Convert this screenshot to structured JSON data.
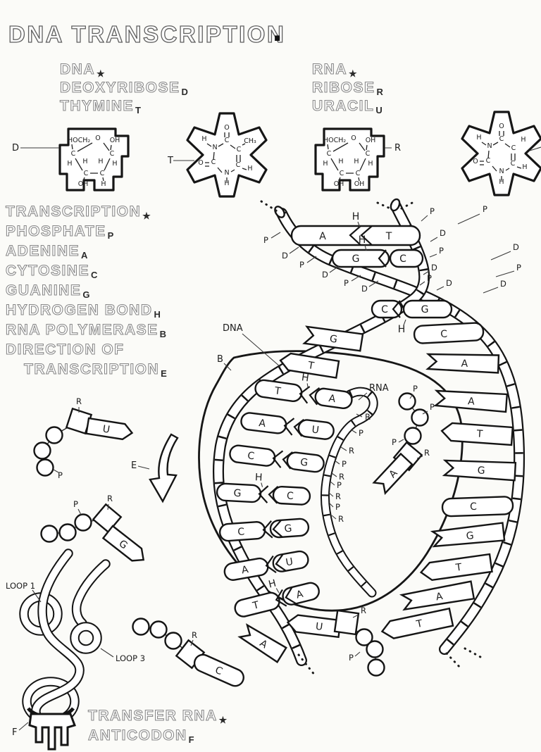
{
  "colors": {
    "paper": "#fbfbf8",
    "ink": "#141414",
    "outline_text": "#878787"
  },
  "title": {
    "text": "DNA TRANSCRIPTION",
    "dot": "."
  },
  "key_dna": [
    {
      "term": "DNA",
      "mark": "★"
    },
    {
      "term": "DEOXYRIBOSE",
      "mark": "D"
    },
    {
      "term": "THYMINE",
      "mark": "T"
    }
  ],
  "key_rna": [
    {
      "term": "RNA",
      "mark": "★"
    },
    {
      "term": "RIBOSE",
      "mark": "R"
    },
    {
      "term": "URACIL",
      "mark": "U"
    }
  ],
  "key_main": [
    {
      "term": "TRANSCRIPTION",
      "mark": "★"
    },
    {
      "term": "PHOSPHATE",
      "mark": "P"
    },
    {
      "term": "ADENINE",
      "mark": "A"
    },
    {
      "term": "CYTOSINE",
      "mark": "C"
    },
    {
      "term": "GUANINE",
      "mark": "G"
    },
    {
      "term": "HYDROGEN BOND",
      "mark": "H"
    },
    {
      "term": "RNA POLYMERASE",
      "mark": "B"
    },
    {
      "term": "DIRECTION OF",
      "mark": ""
    },
    {
      "term": "TRANSCRIPTION",
      "mark": "E"
    }
  ],
  "key_trna": [
    {
      "term": "TRANSFER RNA",
      "mark": "★"
    },
    {
      "term": "ANTICODON",
      "mark": "F"
    }
  ],
  "deoxyribose": {
    "tag": "D",
    "atoms": [
      "HOCH₂",
      "O",
      "OH",
      "C",
      "C",
      "H",
      "H",
      "H",
      "H",
      "C",
      "C",
      "OH",
      "H"
    ]
  },
  "thymine": {
    "tag": "T",
    "atoms": [
      "O",
      "C",
      "CH₃",
      "H",
      "N",
      "C",
      "C",
      "H",
      "N",
      "H",
      "C",
      "O"
    ]
  },
  "ribose": {
    "tag": "R",
    "atoms": [
      "HOCH₂",
      "O",
      "OH",
      "C",
      "C",
      "H",
      "H",
      "H",
      "H",
      "C",
      "C",
      "OH",
      "OH"
    ]
  },
  "uracil": {
    "atoms": [
      "O",
      "C",
      "H",
      "H",
      "N",
      "C",
      "C",
      "H",
      "N",
      "H",
      "C",
      "O"
    ]
  },
  "helix": {
    "dna_label": "DNA",
    "b_label": "B",
    "rna_label": "RNA",
    "pair1": {
      "l": "A",
      "h": "H",
      "r": "T"
    },
    "pair2": {
      "l": "G",
      "h": "H",
      "r": "C"
    },
    "pair3": {
      "l": "C",
      "h": "H",
      "r": "G"
    },
    "fork_bases": {
      "g": "G",
      "t": "T"
    },
    "right_bases": [
      "C",
      "A",
      "A",
      "T",
      "G",
      "C",
      "G",
      "T",
      "A",
      "T"
    ],
    "bubble_pairs": [
      {
        "l": "T",
        "h": "H",
        "r": "A"
      },
      {
        "l": "A",
        "r": "U"
      },
      {
        "l": "C",
        "r": "G"
      },
      {
        "l": "G",
        "h": "H",
        "r": "C"
      },
      {
        "l": "C",
        "r": "G"
      },
      {
        "l": "A",
        "r": "U"
      },
      {
        "l": "T",
        "h": "H",
        "r": "A"
      }
    ],
    "end_base": "A",
    "pd_left": [
      "P",
      "D",
      "P",
      "D",
      "P",
      "D"
    ],
    "pd_right": [
      "P",
      "D",
      "P",
      "D",
      "P",
      "D"
    ],
    "pd_far": [
      "P",
      "D",
      "P",
      "D"
    ],
    "rna_backbone": [
      "R",
      "P",
      "R",
      "P",
      "R",
      "P",
      "R",
      "P",
      "R"
    ]
  },
  "nuc_u_left": {
    "base": "U",
    "r": "R",
    "p": "P"
  },
  "nuc_g_left": {
    "base": "G",
    "r": "R",
    "p": "P"
  },
  "nuc_a": {
    "base": "A",
    "r": "R",
    "p1": "P",
    "p2": "P",
    "p3": "P"
  },
  "nuc_c": {
    "base": "C",
    "r": "R"
  },
  "nuc_u_bottom": {
    "base": "U",
    "r": "R",
    "p": "P"
  },
  "arrow_label": "E",
  "trna": {
    "loop1": "LOOP 1",
    "loop3": "LOOP 3",
    "f": "F"
  }
}
